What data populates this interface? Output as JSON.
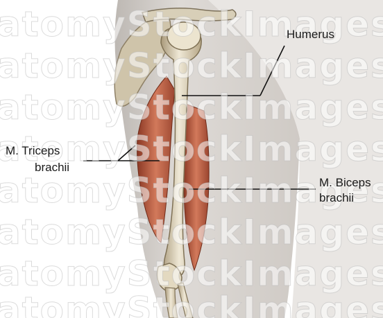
{
  "labels": {
    "humerus": "Humerus",
    "triceps_line1": "M. Triceps",
    "triceps_line2": "brachii",
    "biceps_line1": "M. Biceps",
    "biceps_line2": "brachii"
  },
  "watermark": "atomyStockImages.com",
  "colors": {
    "skin": "#d8d3ce",
    "bone": "#e6ddc6",
    "bone_shade": "#b9ab8c",
    "muscle": "#c8664a",
    "muscle_dark": "#8e3a25",
    "leader_line": "#111111"
  }
}
